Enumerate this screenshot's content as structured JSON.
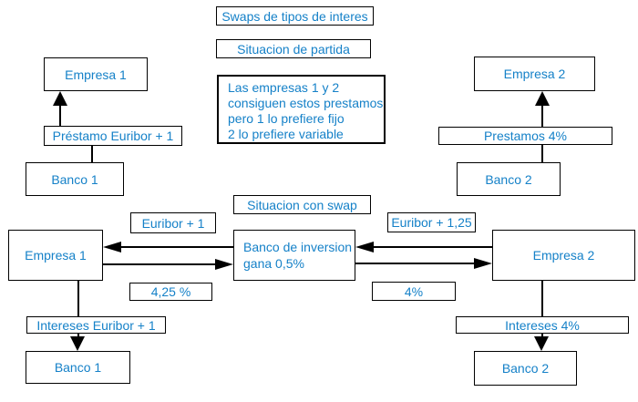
{
  "colors": {
    "text_blue": "#1581c8",
    "line_black": "#000000",
    "background": "#ffffff"
  },
  "title": "Swaps de tipos de interes",
  "partida": {
    "heading": "Situacion de partida",
    "note": {
      "line1": "Las empresas 1 y 2",
      "line2": "consiguen estos prestamos",
      "line3": "pero 1 lo prefiere fijo",
      "line4": "2 lo prefiere variable"
    },
    "empresa1": "Empresa 1",
    "prestamo1": "Préstamo Euribor + 1",
    "banco1": "Banco 1",
    "empresa2": "Empresa 2",
    "prestamo2": "Prestamos 4%",
    "banco2": "Banco 2"
  },
  "swap": {
    "heading": "Situacion con swap",
    "empresa1": "Empresa 1",
    "banco_inversion": {
      "line1": "Banco de inversion",
      "line2": "gana 0,5%"
    },
    "empresa2": "Empresa 2",
    "flow_euribor_1": "Euribor + 1",
    "flow_euribor_125": "Euribor + 1,25",
    "flow_425": "4,25 %",
    "flow_4": "4%",
    "intereses_euribor": "Intereses Euribor + 1",
    "intereses_4": "Intereses 4%",
    "banco1": "Banco 1",
    "banco2": "Banco 2"
  }
}
